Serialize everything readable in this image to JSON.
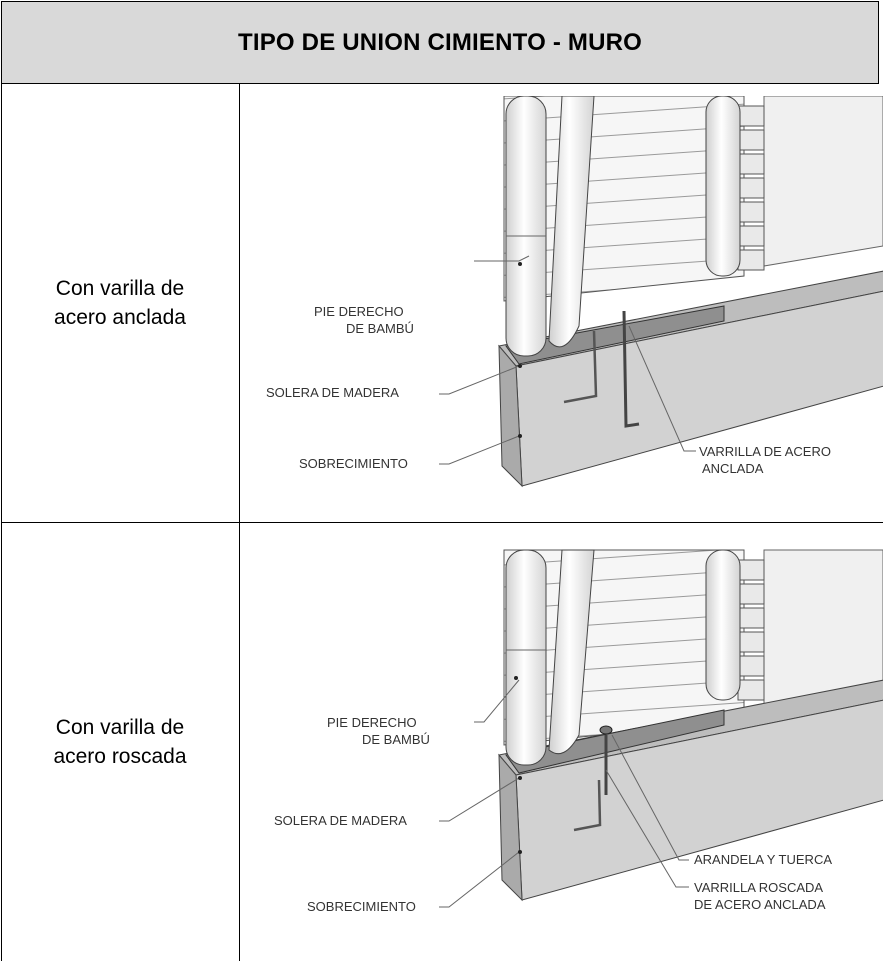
{
  "table": {
    "title": "TIPO DE UNION CIMIENTO - MURO",
    "rows": [
      {
        "label_line1": "Con varilla de",
        "label_line2": "acero anclada",
        "callouts": {
          "post_line1": "PIE DERECHO",
          "post_line2": "DE BAMBÚ",
          "sill": "SOLERA DE MADERA",
          "foundation": "SOBRECIMIENTO",
          "rod_line1": "VARRILLA DE ACERO",
          "rod_line2": "ANCLADA"
        }
      },
      {
        "label_line1": "Con varilla de",
        "label_line2": "acero roscada",
        "callouts": {
          "post_line1": "PIE DERECHO",
          "post_line2": "DE BAMBÚ",
          "sill": "SOLERA DE MADERA",
          "foundation": "SOBRECIMIENTO",
          "washer": "ARANDELA Y TUERCA",
          "rod_line1": "VARRILLA ROSCADA",
          "rod_line2": "DE ACERO ANCLADA"
        }
      }
    ]
  }
}
